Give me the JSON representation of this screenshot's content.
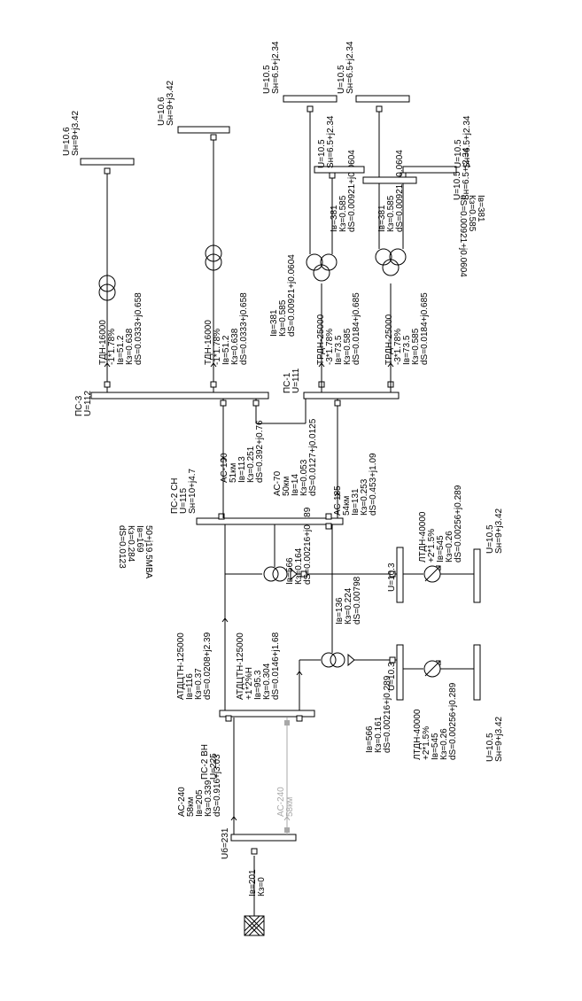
{
  "colors": {
    "line": "#000000",
    "disabled": "#a8a8a8",
    "background": "#ffffff"
  },
  "source": {
    "icon": "generator-source-icon"
  },
  "labels": {
    "src_iv": "Iв=201",
    "src_kz": "Кз=0",
    "ub": "Uб=231",
    "as240_1": [
      "АС-240",
      "58км",
      "Iв=205",
      "Кз=0.339",
      "dS=0.916+j3.03"
    ],
    "as240_2": [
      "АС-240",
      "58км"
    ],
    "ps2vn": [
      "ПС-2 ВН",
      "U=225"
    ],
    "atd1": [
      "АТДЦТН-125000",
      "Iв=116",
      "Кз=0.37",
      "dS=0.0208+j2.39"
    ],
    "atd2": [
      "АТДЦТН-125000",
      "+1*2%Н",
      "Iв=95.3",
      "Кз=0.304",
      "dS=0.0146+j1.68"
    ],
    "ps2sn": [
      "ПС-2 СН",
      "U=115",
      "Sн=10+j4.7"
    ],
    "loss_flip1": [
      "50+j19.5МВА",
      "Iв=169",
      "Кз=0.284",
      "dS=0.0123"
    ],
    "iv566_top": [
      "Iв=566",
      "Кз=0.164",
      "dS=0.00216+j0.289"
    ],
    "iv136": [
      "Iв=136",
      "Кз=0.224",
      "dS=0.00798"
    ],
    "iv566_bot": [
      "Iв=566",
      "Кз=0.161",
      "dS=0.00216+j0.289"
    ],
    "bus103_top": [
      "U=10.3"
    ],
    "bus103_bot": [
      "U=10.3"
    ],
    "ltdn_top": [
      "ЛТДН-40000",
      "+2*1.5%",
      "Iв=545",
      "Кз=0.26",
      "dS=0.00256+j0.289"
    ],
    "ltdn_bot": [
      "ЛТДН-40000",
      "+2*1.5%",
      "Iв=545",
      "Кз=0.26",
      "dS=0.00256+j0.289"
    ],
    "load105_top": [
      "U=10.5",
      "Sн=9+j3.42"
    ],
    "load105_bot": [
      "U=10.5",
      "Sн=9+j3.42"
    ],
    "as150": [
      "АС-150",
      "51км",
      "Iв=113",
      "Кз=0.251",
      "dS=0.392+j0.76"
    ],
    "as185": [
      "АС-185",
      "54км",
      "Iв=131",
      "Кз=0.253",
      "dS=0.453+j1.09"
    ],
    "as70": [
      "АС-70",
      "50км",
      "Iв=14",
      "Кз=0.053",
      "dS=0.0127+j0.0125"
    ],
    "ps3": [
      "ПС-3",
      "U=112"
    ],
    "ps1": [
      "ПС-1",
      "U=111"
    ],
    "tdn1": [
      "ТДН-16000",
      "-1*1.78%",
      "Iв=51.2",
      "Кз=0.638",
      "dS=0.0333+j0.658"
    ],
    "tdn2": [
      "ТДН-16000",
      "-1*1.78%",
      "Iв=51.2",
      "Кз=0.638",
      "dS=0.0333+j0.658"
    ],
    "trdn1": [
      "ТРДН-25000",
      "-3*1.78%",
      "Iв=73.5",
      "Кз=0.585",
      "dS=0.0184+j0.685"
    ],
    "trdn2": [
      "ТРДН-25000",
      "-3*1.78%",
      "Iв=73.5",
      "Кз=0.585",
      "dS=0.0184+j0.685"
    ],
    "w1": [
      "Iв=381",
      "Кз=0.585",
      "dS=0.00921+j0.0604"
    ],
    "w2": [
      "Iв=381",
      "Кз=0.585",
      "dS=0.00921+j0.0604"
    ],
    "w3": [
      "Iв=381",
      "Кз=0.585",
      "dS=0.00921+j0.0604"
    ],
    "w4_flip": [
      "Iв=381",
      "Кз=0.585",
      "dS=0.00921+j0.0604"
    ],
    "load_ps3_1": [
      "U=10.6",
      "Sн=9+j3.42"
    ],
    "load_ps3_2": [
      "U=10.6",
      "Sн=9+j3.42"
    ],
    "load_ps1_1": [
      "U=10.5",
      "Sн=6.5+j2.34"
    ],
    "load_ps1_2": [
      "U=10.5",
      "Sн=6.5+j2.34"
    ],
    "load_ps1_3": [
      "U=10.5",
      "Sн=6.5+j2.34"
    ],
    "load_ps1_4": [
      "U=10.5",
      "Sн=6.5+j2.34"
    ],
    "ps1_mid": [
      "U=10.5",
      "Sн=6.5+j2.34"
    ]
  }
}
